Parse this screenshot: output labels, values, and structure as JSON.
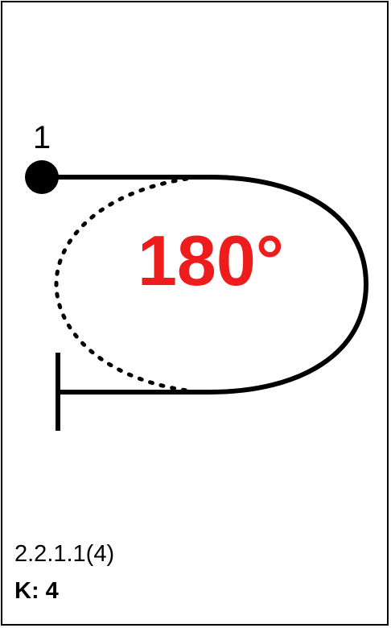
{
  "figure": {
    "start_number": "1",
    "angle": "180°",
    "angle_color": "#ee1c1c",
    "line_color": "#000000",
    "code": "2.2.1.1(4)",
    "k_label": "K: 4"
  }
}
